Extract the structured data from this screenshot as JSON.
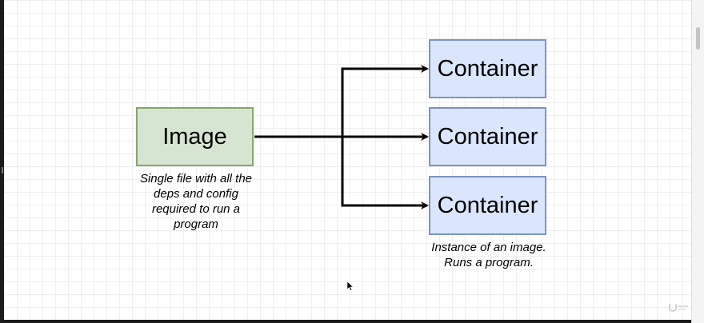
{
  "diagram": {
    "image_label": "Image",
    "image_caption_lines": [
      "Single file with all the",
      "deps and config",
      "required to run a",
      "program"
    ],
    "containers": [
      {
        "label": "Container"
      },
      {
        "label": "Container"
      },
      {
        "label": "Container"
      }
    ],
    "container_caption_lines": [
      "Instance of an image.",
      "Runs a program."
    ]
  },
  "colors": {
    "image_fill": "#d6e5d0",
    "image_border": "#84a76b",
    "container_fill": "#dae6fb",
    "container_border": "#7c93c4",
    "arrow": "#000000"
  },
  "icons": {
    "cursor": "mouse-pointer-icon",
    "watermark": "udemy-logo-icon"
  }
}
